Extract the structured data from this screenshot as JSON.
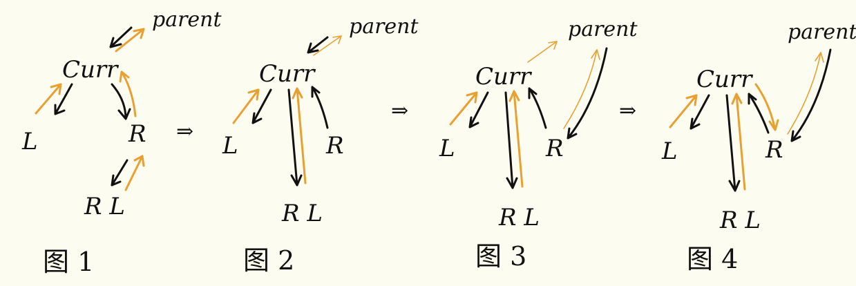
{
  "colors": {
    "background": "#fdfcf0",
    "ink": "#111111",
    "accent": "#e8a030"
  },
  "transition_symbol": "⇒",
  "panels": [
    {
      "parent": "parent",
      "curr": "Curr",
      "left": "L",
      "right": "R",
      "right_left": "R L",
      "caption": "图 1"
    },
    {
      "parent": "parent",
      "curr": "Curr",
      "left": "L",
      "right": "R",
      "right_left": "R L",
      "caption": "图 2"
    },
    {
      "parent": "parent",
      "curr": "Curr",
      "left": "L",
      "right": "R",
      "right_left": "R L",
      "caption": "图 3"
    },
    {
      "parent": "parent",
      "curr": "Curr",
      "left": "L",
      "right": "R",
      "right_left": "R L",
      "caption": "图 4"
    }
  ]
}
